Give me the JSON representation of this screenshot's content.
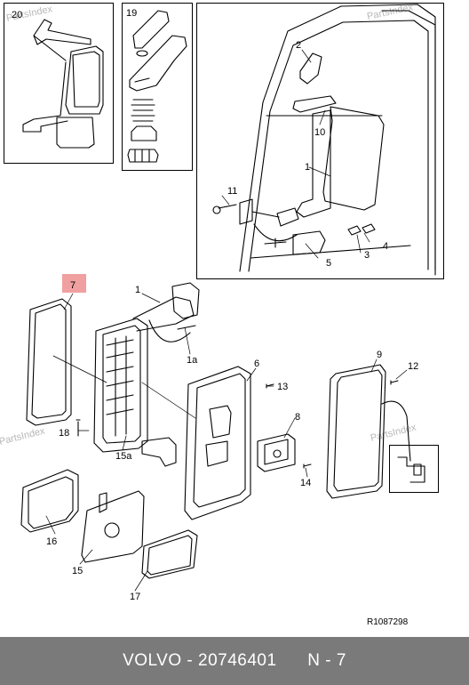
{
  "watermark": "PartsIndex",
  "reference": "R1087298",
  "footer": {
    "brand": "VOLVO",
    "separator": " - ",
    "part_number": "20746401",
    "position": "N - 7"
  },
  "highlight_color": "#f0a0a0",
  "callouts": {
    "c20": "20",
    "c19": "19",
    "c2": "2",
    "c10": "10",
    "c1_top": "1",
    "c11": "11",
    "c4": "4",
    "c3": "3",
    "c5": "5",
    "c7": "7",
    "c1": "1",
    "c1a": "1a",
    "c6": "6",
    "c13": "13",
    "c9": "9",
    "c12": "12",
    "c8": "8",
    "c18": "18",
    "c15a": "15a",
    "c14": "14",
    "c16": "16",
    "c15": "15",
    "c17": "17"
  }
}
